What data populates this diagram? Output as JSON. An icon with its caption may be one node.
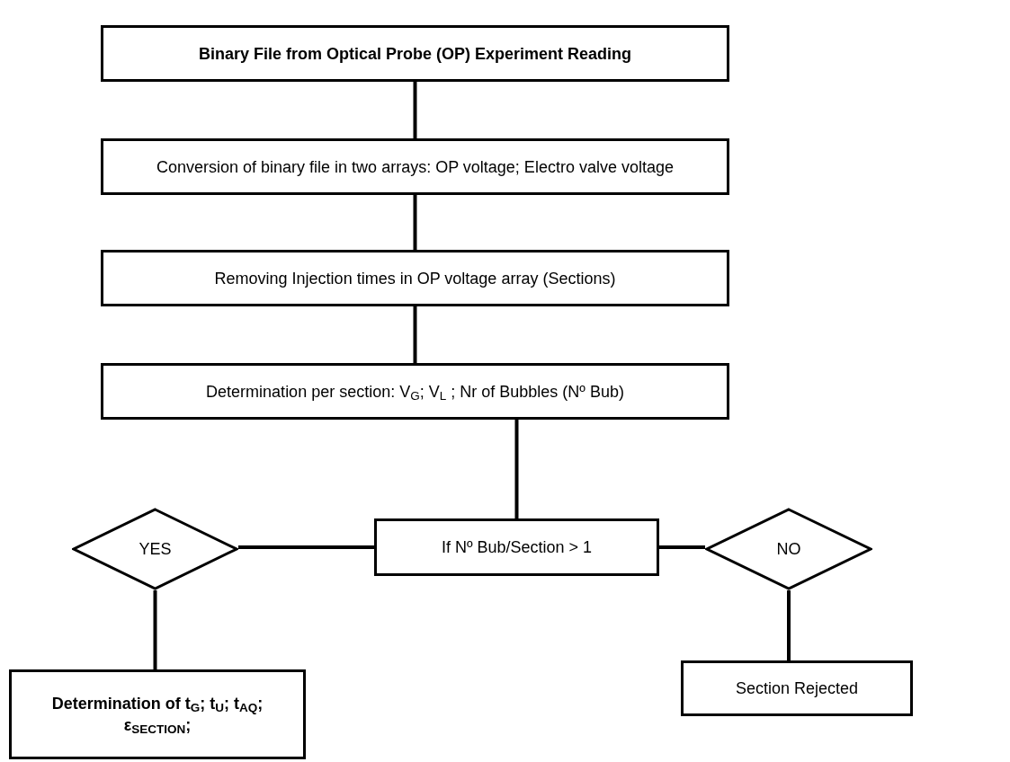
{
  "diagram": {
    "nodes": [
      {
        "text": [
          "Binary File from Optical Probe (OP) Experiment Reading"
        ]
      },
      {
        "text": [
          "Conversion of binary file in two arrays: OP voltage; Electro valve voltage"
        ]
      },
      {
        "text": [
          "Removing Injection times in OP voltage array (Sections)"
        ]
      },
      {
        "text": [
          "Determination per section: V$_{G}$; V$_{L}$ ; Nr of Bubbles (Nº Bub)"
        ]
      },
      {
        "text": [
          "If Nº Bub/Section > 1"
        ]
      },
      {
        "text": [
          "YES"
        ]
      },
      {
        "text": [
          "NO"
        ]
      },
      {
        "text": [
          "Determination of t$_{G}$; t$_{U}$; t$_{AQ}$; ε$_{SECTION}$;"
        ]
      },
      {
        "text": [
          "Section Rejected"
        ]
      }
    ],
    "edges": [
      {
        "from": 0,
        "to": 1,
        "arrow": "none"
      },
      {
        "from": 1,
        "to": 2,
        "arrow": "none"
      },
      {
        "from": 2,
        "to": 3,
        "arrow": "none"
      },
      {
        "from": 3,
        "to": 4,
        "arrow": "none"
      },
      {
        "from": 4,
        "to": 5,
        "arrow": "none"
      },
      {
        "from": 4,
        "to": 6,
        "arrow": "none"
      },
      {
        "from": 5,
        "to": 7,
        "arrow": "none"
      },
      {
        "from": 6,
        "to": 8,
        "arrow": "none"
      }
    ]
  }
}
